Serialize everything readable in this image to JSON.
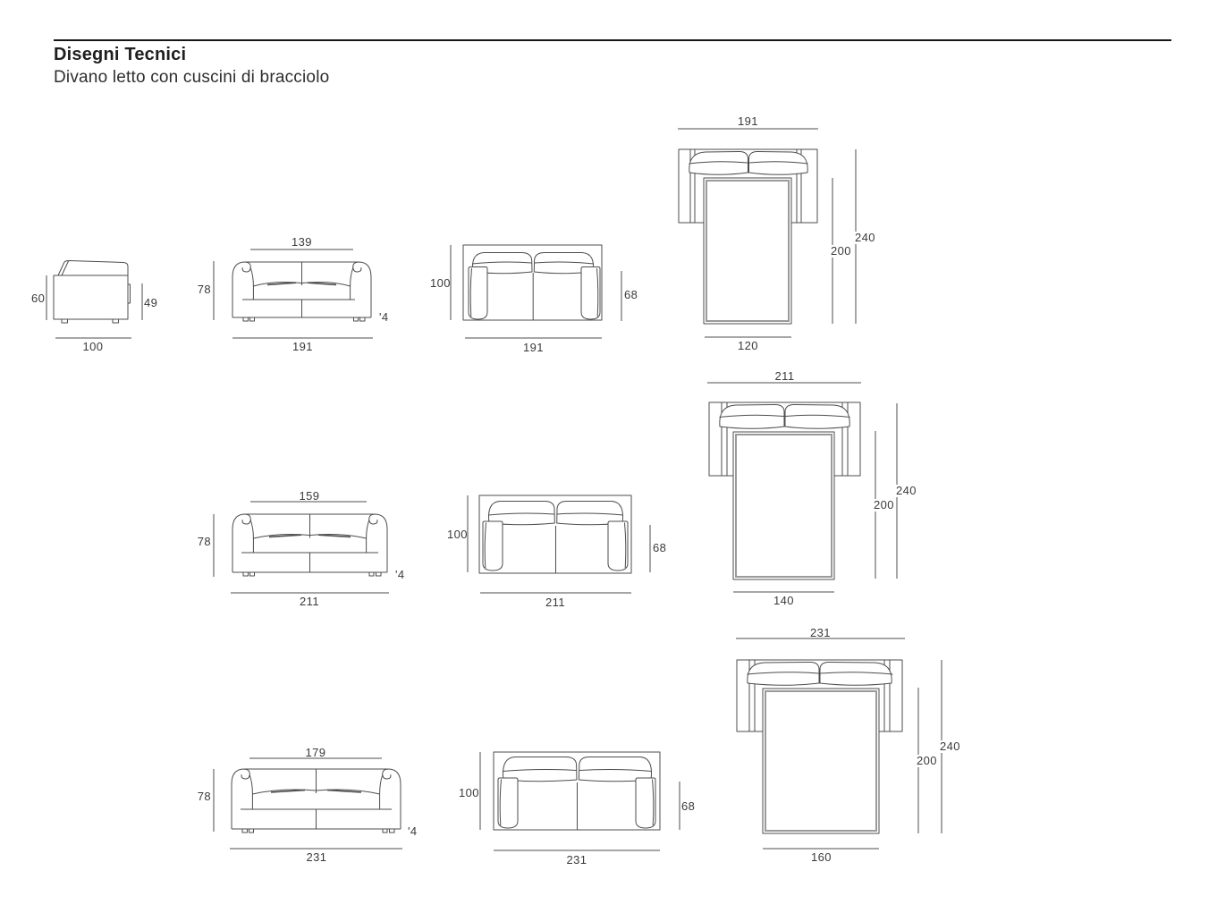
{
  "header": {
    "title": "Disegni Tecnici",
    "subtitle": "Divano letto con cuscini di bracciolo"
  },
  "colors": {
    "line": "#4d4d4d",
    "text": "#3a3a3a",
    "rule": "#161616",
    "mattress_inner": "#9a9a9a"
  },
  "drawings": {
    "row1": {
      "side": {
        "back_height": "60",
        "arm_height": "49",
        "depth": "100"
      },
      "front": {
        "seat_width": "139",
        "height": "78",
        "feet_height": "'4",
        "width": "191"
      },
      "plan": {
        "depth": "100",
        "seat_depth": "68",
        "width": "191"
      },
      "bed": {
        "width": "191",
        "mattress_length": "200",
        "open_depth": "240",
        "mattress_width": "120"
      }
    },
    "row2": {
      "front": {
        "seat_width": "159",
        "height": "78",
        "feet_height": "'4",
        "width": "211"
      },
      "plan": {
        "depth": "100",
        "seat_depth": "68",
        "width": "211"
      },
      "bed": {
        "width": "211",
        "mattress_length": "200",
        "open_depth": "240",
        "mattress_width": "140"
      }
    },
    "row3": {
      "front": {
        "seat_width": "179",
        "height": "78",
        "feet_height": "'4",
        "width": "231"
      },
      "plan": {
        "depth": "100",
        "seat_depth": "68",
        "width": "231"
      },
      "bed": {
        "width": "231",
        "mattress_length": "200",
        "open_depth": "240",
        "mattress_width": "160"
      }
    }
  }
}
